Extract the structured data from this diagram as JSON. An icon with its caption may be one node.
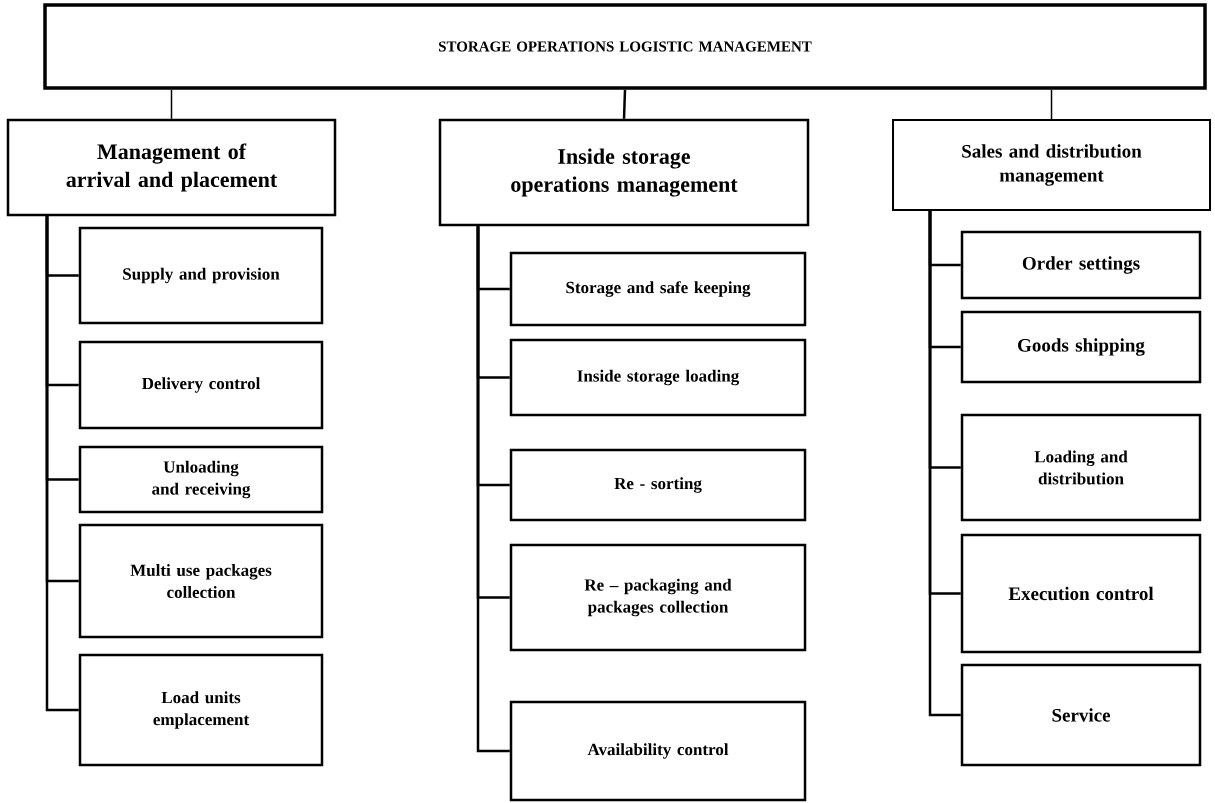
{
  "diagram": {
    "nodes": [
      {
        "text": [
          "STORAGE OPERATIONS LOGISTIC MANAGEMENT"
        ]
      },
      {
        "text": [
          "Management of arrival and placement"
        ]
      },
      {
        "text": [
          "Inside storage operations management"
        ]
      },
      {
        "text": [
          "Sales and distribution management"
        ]
      },
      {
        "text": [
          "Supply and provision"
        ]
      },
      {
        "text": [
          "Delivery control"
        ]
      },
      {
        "text": [
          "Unloading and receiving"
        ]
      },
      {
        "text": [
          "Multi use packages collection"
        ]
      },
      {
        "text": [
          "Load units emplacement"
        ]
      },
      {
        "text": [
          "Storage and safe keeping"
        ]
      },
      {
        "text": [
          "Inside storage loading"
        ]
      },
      {
        "text": [
          "Re - sorting"
        ]
      },
      {
        "text": [
          "Re – packaging and packages collection"
        ]
      },
      {
        "text": [
          "Availability control"
        ]
      },
      {
        "text": [
          "Order settings"
        ]
      },
      {
        "text": [
          "Goods shipping"
        ]
      },
      {
        "text": [
          "Loading and distribution"
        ]
      },
      {
        "text": [
          "Execution control"
        ]
      },
      {
        "text": [
          "Service"
        ]
      }
    ],
    "edges": [
      {
        "from": 0,
        "to": 1,
        "arrow": "none"
      },
      {
        "from": 0,
        "to": 2,
        "arrow": "none"
      },
      {
        "from": 0,
        "to": 3,
        "arrow": "none"
      },
      {
        "from": 1,
        "to": 4,
        "arrow": "none"
      },
      {
        "from": 1,
        "to": 5,
        "arrow": "none"
      },
      {
        "from": 1,
        "to": 6,
        "arrow": "none"
      },
      {
        "from": 1,
        "to": 7,
        "arrow": "none"
      },
      {
        "from": 1,
        "to": 8,
        "arrow": "none"
      },
      {
        "from": 2,
        "to": 9,
        "arrow": "none"
      },
      {
        "from": 2,
        "to": 10,
        "arrow": "none"
      },
      {
        "from": 2,
        "to": 11,
        "arrow": "none"
      },
      {
        "from": 2,
        "to": 12,
        "arrow": "none"
      },
      {
        "from": 2,
        "to": 13,
        "arrow": "none"
      },
      {
        "from": 3,
        "to": 14,
        "arrow": "none"
      },
      {
        "from": 3,
        "to": 15,
        "arrow": "none"
      },
      {
        "from": 3,
        "to": 16,
        "arrow": "none"
      },
      {
        "from": 3,
        "to": 17,
        "arrow": "none"
      },
      {
        "from": 3,
        "to": 18,
        "arrow": "none"
      }
    ]
  }
}
